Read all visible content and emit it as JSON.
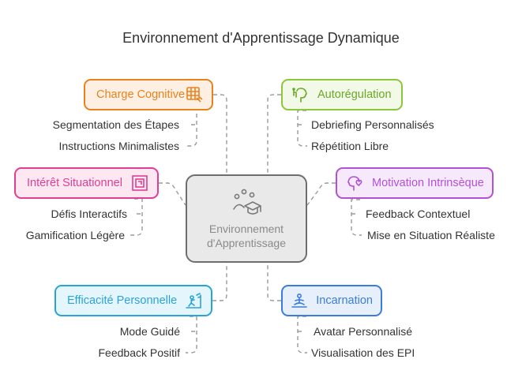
{
  "title": "Environnement d'Apprentissage Dynamique",
  "center": {
    "label": "Environnement\nd'Apprentissage",
    "icon": "graduation-cap-icon"
  },
  "branches": {
    "charge": {
      "label": "Charge Cognitive",
      "icon": "checklist-table-icon",
      "color": "#e8821f",
      "fill": "#fdf0e2",
      "leaves": [
        "Segmentation des Étapes",
        "Instructions Minimalistes"
      ]
    },
    "interet": {
      "label": "Intérêt Situationnel",
      "icon": "framed-square-icon",
      "color": "#e03f93",
      "fill": "#fde7f1",
      "leaves": [
        "Défis Interactifs",
        "Gamification Légère"
      ]
    },
    "efficacite": {
      "label": "Efficacité Personnelle",
      "icon": "person-climbing-icon",
      "color": "#2aa4d8",
      "fill": "#e4f5fc",
      "leaves": [
        "Mode Guidé",
        "Feedback Positif"
      ]
    },
    "autoregulation": {
      "label": "Autorégulation",
      "icon": "head-adjust-icon",
      "color": "#8cc63f",
      "fill": "#f2f9e6",
      "leaves": [
        "Debriefing Personnalisés",
        "Répétition Libre"
      ]
    },
    "motivation": {
      "label": "Motivation Intrinsèque",
      "icon": "head-heart-icon",
      "color": "#b152d6",
      "fill": "#f6e9fb",
      "leaves": [
        "Feedback Contextuel",
        "Mise en Situation Réaliste"
      ]
    },
    "incarnation": {
      "label": "Incarnation",
      "icon": "meditation-person-icon",
      "color": "#3b7ddd",
      "fill": "#e7effb",
      "leaves": [
        "Avatar Personnalisé",
        "Visualisation des EPI"
      ]
    }
  }
}
